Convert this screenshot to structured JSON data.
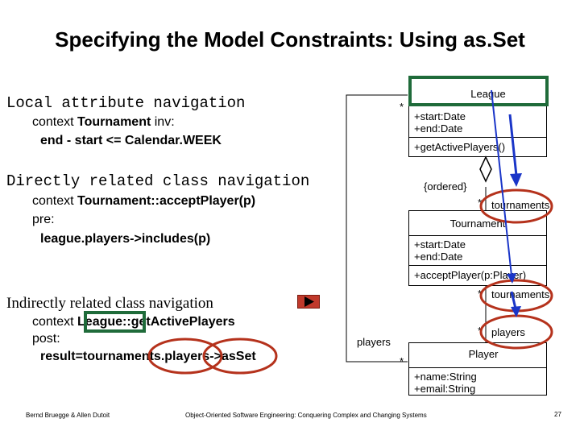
{
  "title": "Specifying the Model Constraints: Using as.Set",
  "left": {
    "local": {
      "heading": "Local attribute navigation",
      "line1_pre": "context ",
      "line1_bold": "Tournament",
      "line1_post": " inv:",
      "line2": "end - start <= Calendar.WEEK"
    },
    "direct": {
      "heading": "Directly related class navigation",
      "line1_pre": "context ",
      "line1_bold": "Tournament::acceptPlayer(p)",
      "line2": "pre:",
      "line3": "league.players->includes(p)"
    },
    "indirect": {
      "heading": "Indirectly related class navigation",
      "line1_pre": "context ",
      "line1_bold": "League::getActivePlayers",
      "line2": "post:",
      "line3": "result=tournaments.players->asSet"
    }
  },
  "uml": {
    "league": {
      "name": "League",
      "attr1": "+start:Date",
      "attr2": "+end:Date",
      "op": "+getActivePlayers()"
    },
    "tournament": {
      "name": "Tournament",
      "attr1": "+start:Date",
      "attr2": "+end:Date",
      "op": "+acceptPlayer(p:Player)"
    },
    "player": {
      "name": "Player",
      "attr1": "+name:String",
      "attr2": "+email:String"
    },
    "labels": {
      "star_league": "*",
      "ordered": "{ordered}",
      "star_tournaments": "*",
      "tournaments": "tournaments",
      "star_tournaments2": "*",
      "tournaments2": "tournaments",
      "star_players": "*",
      "players_right": "players",
      "players_left": "players",
      "star_left": "*"
    }
  },
  "footer": {
    "authors": "Bernd Bruegge & Allen Dutoit",
    "book": "Object-Oriented Software Engineering: Conquering Complex and Changing Systems",
    "page": "27"
  },
  "colors": {
    "green": "#1f6b3a",
    "blue": "#1a35c8",
    "red": "#b5321c",
    "nav_button": "#c0392b"
  }
}
